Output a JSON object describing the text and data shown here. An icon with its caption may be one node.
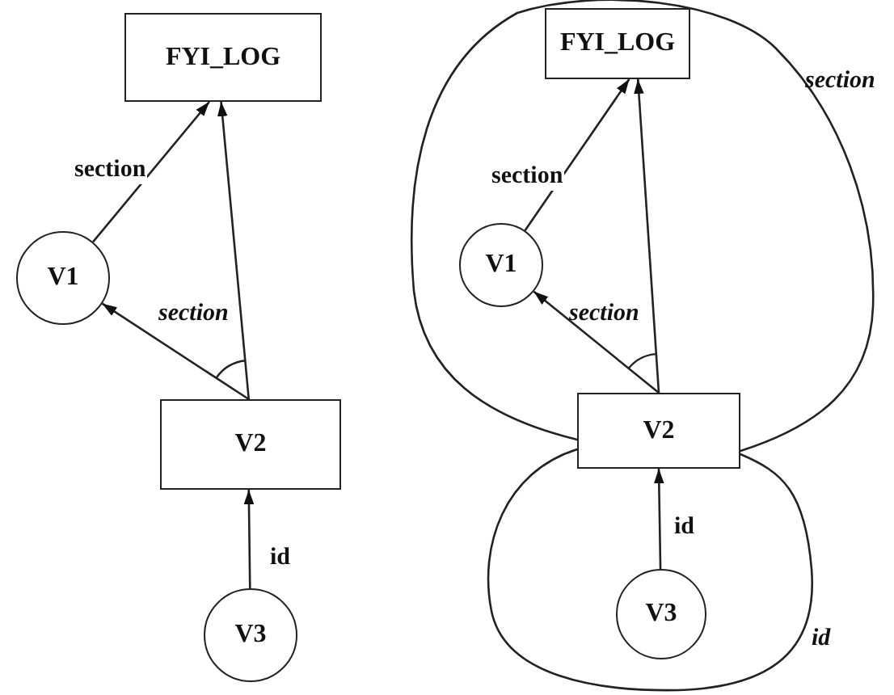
{
  "diagram": {
    "nodes": [
      {
        "text": [
          "FYI_LOG"
        ]
      },
      {
        "text": [
          "V1"
        ]
      },
      {
        "text": [
          "V2"
        ]
      },
      {
        "text": [
          "V3"
        ]
      },
      {
        "text": [
          "section"
        ]
      },
      {
        "text": [
          "FYI_LOG"
        ],
        "in": 4
      },
      {
        "text": [
          "V1"
        ],
        "in": 4
      },
      {
        "text": [
          "V2"
        ]
      },
      {
        "text": [
          "id"
        ]
      },
      {
        "text": [
          "V3"
        ],
        "in": 8
      }
    ],
    "edges": [
      {
        "from": 1,
        "to": 0,
        "arrow": "to",
        "label": "section"
      },
      {
        "from": 2,
        "to": 1,
        "arrow": "to"
      },
      {
        "from": 2,
        "to": 0,
        "arrow": "to"
      },
      {
        "from": 3,
        "to": 2,
        "arrow": "to",
        "label": "id"
      },
      {
        "from": 6,
        "to": 5,
        "arrow": "to",
        "label": "section"
      },
      {
        "from": 7,
        "to": 6,
        "arrow": "to"
      },
      {
        "from": 7,
        "to": 5,
        "arrow": "to"
      },
      {
        "from": 9,
        "to": 7,
        "arrow": "to",
        "label": "id"
      }
    ],
    "labels": [
      "section",
      "section"
    ]
  }
}
